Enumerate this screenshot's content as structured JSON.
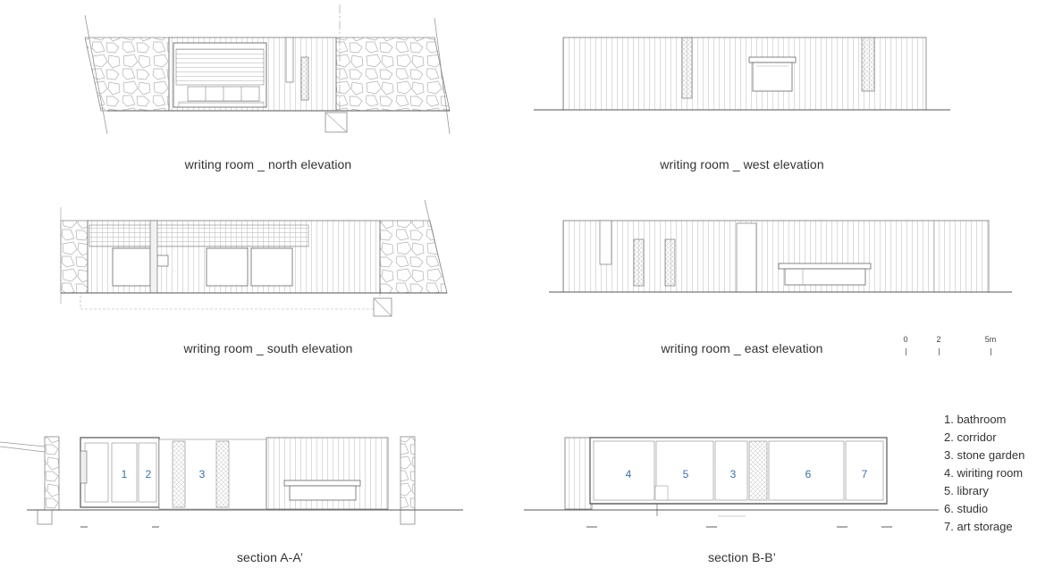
{
  "captions": {
    "north": "writing room _ north elevation",
    "west": "writing room _ west elevation",
    "south": "writing room _ south elevation",
    "east": "writing room _ east elevation",
    "section_a": "section A-A’",
    "section_b": "section B-B’"
  },
  "scale_bar": {
    "labels": [
      "0",
      "2",
      "5m"
    ]
  },
  "room_numbers_a": [
    "1",
    "2",
    "3"
  ],
  "room_numbers_b": [
    "4",
    "5",
    "3",
    "6",
    "7"
  ],
  "legend": [
    "1. bathroom",
    "2. corridor",
    "3. stone garden",
    "4. wiriting room",
    "5. library",
    "6. studio",
    "7. art storage"
  ]
}
